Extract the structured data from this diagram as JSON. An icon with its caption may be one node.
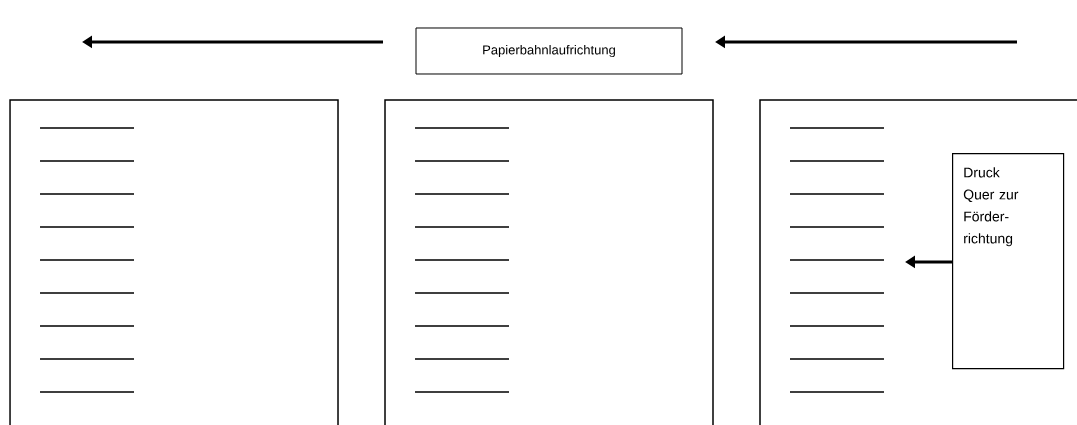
{
  "diagram": {
    "nodes": [
      {
        "text": [
          "Papierbahnlaufrichtung"
        ]
      },
      {
        "text": [],
        "shape": "box"
      },
      {
        "text": [],
        "shape": "box"
      },
      {
        "text": [],
        "shape": "box"
      },
      {
        "text": [
          "Druck Quer zur Förder- richtung"
        ],
        "in": 3
      }
    ]
  }
}
